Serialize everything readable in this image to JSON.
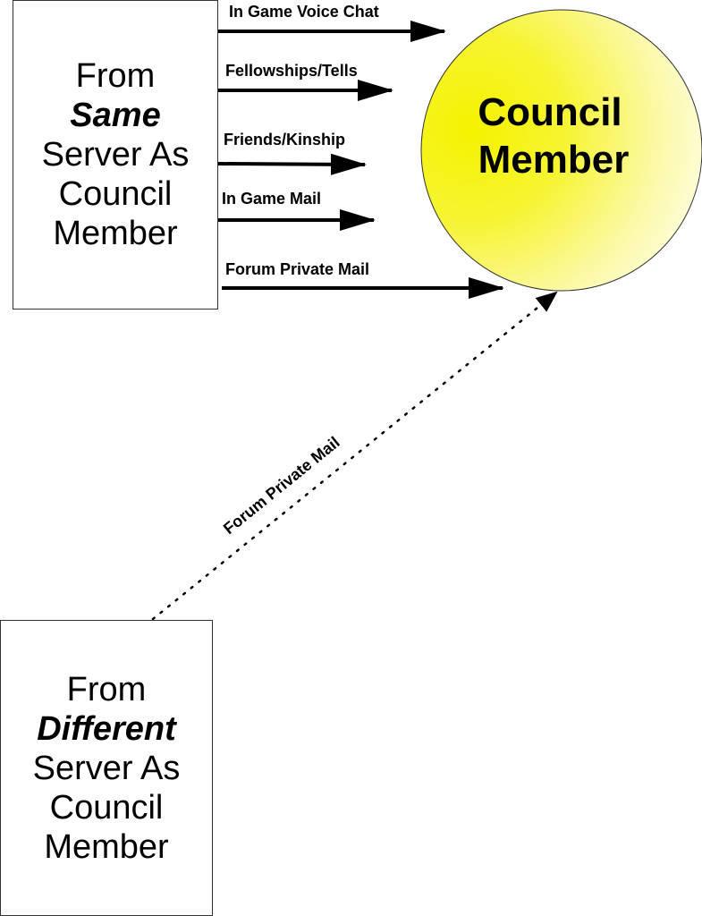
{
  "same_server_box": {
    "line1": "From",
    "line2": "Same",
    "line3": "Server As",
    "line4": "Council",
    "line5": "Member"
  },
  "different_server_box": {
    "line1": "From",
    "line2": "Different",
    "line3": "Server As",
    "line4": "Council",
    "line5": "Member"
  },
  "council_member": {
    "line1": "Council",
    "line2": "Member",
    "fill_color": "#f7f500"
  },
  "channels_same_server": [
    "In Game Voice Chat",
    "Fellowships/Tells",
    "Friends/Kinship",
    "In Game Mail",
    "Forum Private Mail"
  ],
  "channel_different_server": "Forum Private Mail"
}
